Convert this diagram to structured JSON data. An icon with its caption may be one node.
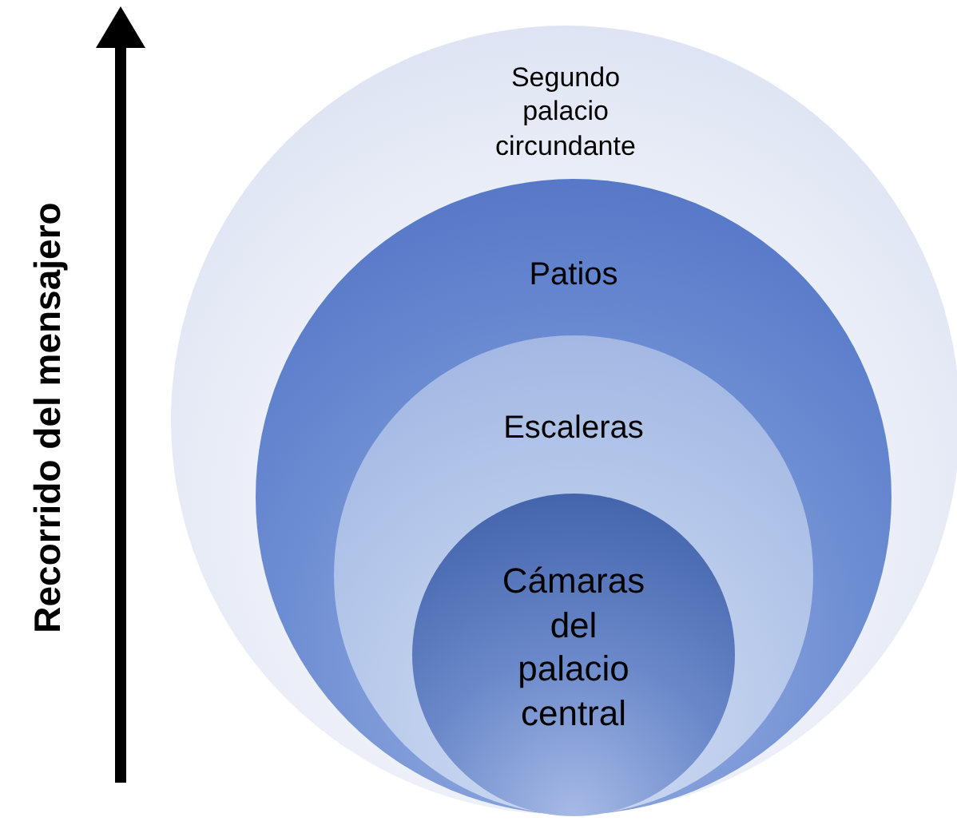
{
  "diagram": {
    "nodes": [
      {
        "text": [
          "Segundo palacio circundante"
        ]
      },
      {
        "text": [
          "Patios"
        ],
        "in": 0
      },
      {
        "text": [
          "Escaleras"
        ],
        "in": 1
      },
      {
        "text": [
          "Cámaras del palacio central"
        ],
        "in": 2
      }
    ],
    "labels": [
      "Recorrido del mensajero"
    ]
  }
}
